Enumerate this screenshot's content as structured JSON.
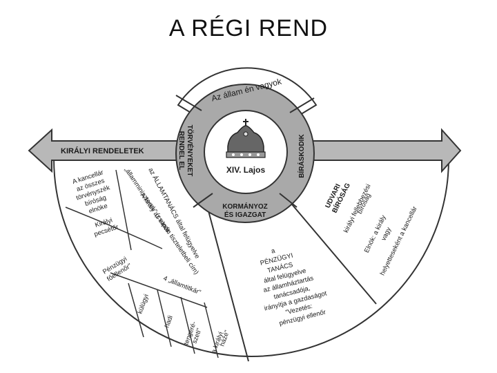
{
  "title": "A RÉGI REND",
  "center": {
    "label": "XIV. Lajos",
    "icon": "crown-icon"
  },
  "top_banner": "Az állam én vagyok",
  "ring": {
    "left": [
      "TÖRVÉNYEKET",
      "RENDEL EL"
    ],
    "right": "BÍRÁSKODIK",
    "bottom": [
      "KORMÁNYOZ",
      "ÉS IGAZGAT"
    ]
  },
  "arrow_label": "KIRÁLYI RENDELETEK",
  "left_box": {
    "kancellar": [
      "A kancellár",
      "az összes",
      "törvényszék",
      "bíróság",
      "elnöke"
    ],
    "pecsetor": [
      "Királyi",
      "pecsétőr"
    ],
    "penzugyi_felugyelo": [
      "Pénzügyi",
      "főellenőr\""
    ],
    "allamtanacs_1": "az ÁLLAMTANÁCS által felügyelve",
    "allamtanacs_2": "A király az elnök",
    "allamminiszterek": "„államminiszterek\" (csupán tiszteletbeli cím)",
    "allamtitkar": "4 „államtitkár\"",
    "cols": [
      "külügyi",
      "hadi",
      "tengeré-\nszeti\"",
      "a királyi\nházé\""
    ]
  },
  "middle_box": [
    "a",
    "PÉNZÜGYI",
    "TANÁCS",
    "által felügyelve",
    "az államháztartás",
    "tanácsadója,",
    "irányítja a gazdaságot",
    "\"Vezetés:",
    "pénzügyi ellenőr"
  ],
  "right_box": {
    "udvari": [
      "UDVARI",
      "BÍRÓSÁG"
    ],
    "felleb": [
      "királyi fellebbezési",
      "bíróság"
    ],
    "elnok": [
      "Elnök: a király",
      "vagy",
      "helyetteseként a kancellár"
    ]
  },
  "colors": {
    "arrow_fill": "#b8b8b8",
    "ring_fill": "#a9a9a9",
    "stroke": "#333333",
    "box_fill": "#ffffff"
  }
}
